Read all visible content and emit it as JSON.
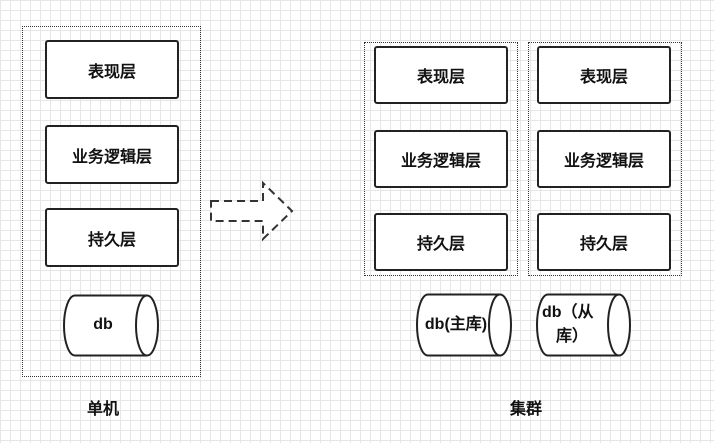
{
  "standalone": {
    "layers": [
      "表现层",
      "业务逻辑层",
      "持久层"
    ],
    "db": "db",
    "caption": "单机"
  },
  "cluster": {
    "nodes": [
      {
        "layers": [
          "表现层",
          "业务逻辑层",
          "持久层"
        ]
      },
      {
        "layers": [
          "表现层",
          "业务逻辑层",
          "持久层"
        ]
      }
    ],
    "db_master": "db(主库)",
    "db_slave_line1": "db（从",
    "db_slave_line2": "库）",
    "caption": "集群"
  },
  "colors": {
    "stroke": "#222222",
    "grid": "#e6e6e6",
    "background": "#ffffff"
  }
}
